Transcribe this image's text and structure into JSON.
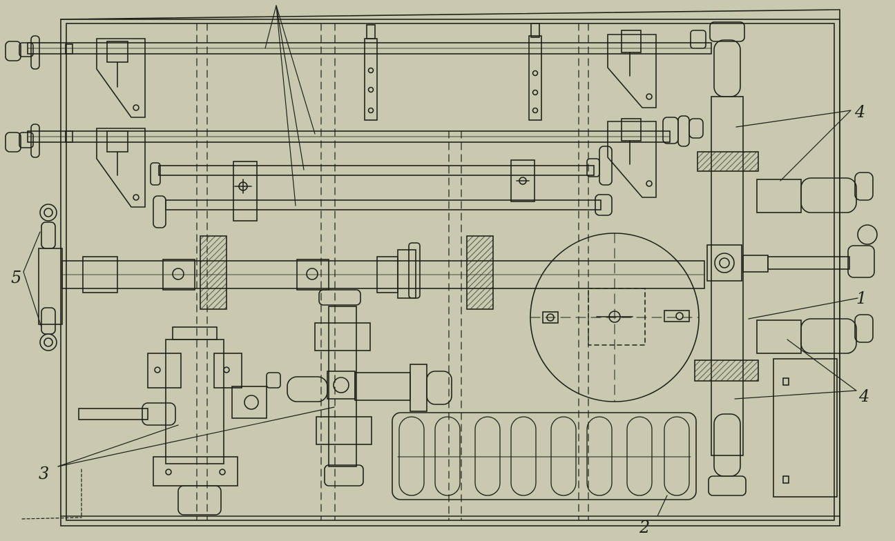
{
  "figure": {
    "paper_color": "#c8c9ae",
    "ink_color": "#1e1f19",
    "hatch_color": "#2a2a22"
  },
  "callouts": {
    "label_1": "1",
    "label_2": "2",
    "label_3": "3",
    "label_4a": "4",
    "label_4b": "4",
    "label_5": "5"
  }
}
